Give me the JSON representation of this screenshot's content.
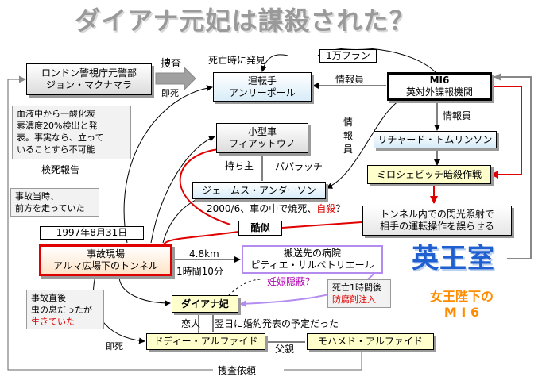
{
  "title": "ダイアナ元妃は謀殺された？",
  "nodes": {
    "london_police": [
      "ロンドン警視庁元警部",
      "ジョン・マクナマラ"
    ],
    "driver": [
      "運転手",
      "アンリーポール"
    ],
    "mi6": [
      "MI6",
      "英対外諜報機関"
    ],
    "small_car": [
      "小型車",
      "フィアットウノ"
    ],
    "richard": "リチャード・トムリンソン",
    "milosevic": "ミロシェビッチ暗殺作戦",
    "james": "ジェームス・アンダーソン",
    "flash": [
      "トンネル内での閃光照射で",
      "相手の運転操作を誤らせる"
    ],
    "accident": [
      "事故現場",
      "アルマ広場下のトンネル"
    ],
    "hospital": [
      "搬送先の病院",
      "ピティエ・サルペトリエール"
    ],
    "diana": "ダイアナ妃",
    "dodi": "ドディー・アルファイド",
    "mohamed": "モハメド・アルファイド",
    "date": "1997年8月31日",
    "royal": "英王室",
    "queen": [
      "女王陛下の",
      "M I 6"
    ]
  },
  "notes": {
    "blood": [
      "血液中から一酸化炭",
      "素濃度20%検出と発",
      "表。事実なら、立って",
      "いることすら不可能"
    ],
    "ahead": [
      "事故当時、",
      "前方を走っていた"
    ],
    "alive": [
      "事故直後",
      "虫の息だったが",
      "生きていた"
    ],
    "death1h": [
      "死亡1時間後",
      "防腐剤注入"
    ]
  },
  "labels": {
    "sousa": "捜査",
    "sokushi_top": "即死",
    "shiboji": "死亡時に発見",
    "man_franc": "1万フラン",
    "jouhouin_top": "情報員",
    "jouhouin_right": "情報員",
    "jouhouin_vertical": "情報員",
    "mochinushi": "持ち主",
    "paparazzi": "パパラッチ",
    "burned_main": "2000/6、車の中で焼死、",
    "burned_red": "自殺",
    "burned_end": "？",
    "kenshi": "検死報告",
    "kokuji": "酷似",
    "distance": "4.8km",
    "time": "1時間10分",
    "pregnancy": "妊娠隠蔽？",
    "koibito": "恋人",
    "engagement": "翌日に婚約発表の予定だった",
    "fushin": "父親",
    "sokushi_bottom": "即死",
    "sousa_irai": "捜査依頼"
  },
  "colors": {
    "red": "#e00000",
    "blue_royal": "#1f5fd0",
    "orange": "#ff8c00",
    "purple": "#b48cf0",
    "gray_arrow": "#888888",
    "title_gray": "#9a9a9a"
  }
}
